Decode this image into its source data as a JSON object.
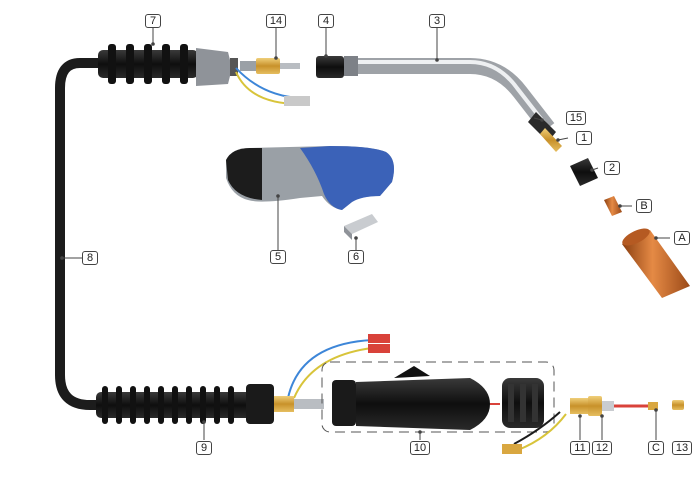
{
  "callouts": {
    "c1": "1",
    "c2": "2",
    "c3": "3",
    "c4": "4",
    "c5": "5",
    "c6": "6",
    "c7": "7",
    "c8": "8",
    "c9": "9",
    "c10": "10",
    "c11": "11",
    "c12": "12",
    "c13": "13",
    "c14": "14",
    "c15": "15",
    "cA": "A",
    "cB": "B",
    "cC": "C"
  },
  "colors": {
    "cable": "#1c1c1c",
    "copper": "#c96a2a",
    "brass": "#d9a740",
    "steel": "#b9bdc2",
    "handle_blue": "#3b62b8",
    "handle_grey": "#9aa0a6",
    "wire_blue": "#3d86d8",
    "wire_yellow": "#d8c43a",
    "wire_red": "#d9423a"
  }
}
